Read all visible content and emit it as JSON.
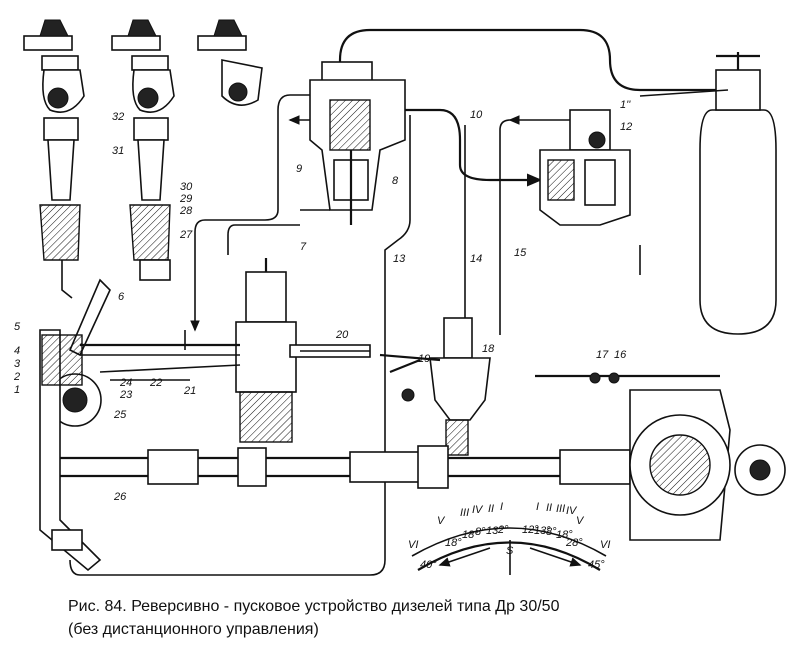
{
  "figure": {
    "caption_line1": "Рис. 84. Реверсивно - пусковое устройство дизелей типа Др 30/50",
    "caption_line2": "(без дистанционного управления)"
  },
  "labels": {
    "n1": "1",
    "n2": "2",
    "n3": "3",
    "n4": "4",
    "n5": "5",
    "n6": "6",
    "n7": "7",
    "n8": "8",
    "n9": "9",
    "n10": "10",
    "n12": "12",
    "n13": "13",
    "n14": "14",
    "n15": "15",
    "n16": "16",
    "n17": "17",
    "n18": "18",
    "n19": "19",
    "n20": "20",
    "n21": "21",
    "n22": "22",
    "n23": "23",
    "n24": "24",
    "n25": "25",
    "n26": "26",
    "n27": "27",
    "n28": "28",
    "n29": "29",
    "n30": "30",
    "n31": "31",
    "n32": "32",
    "n1prime": "1''"
  },
  "dial": {
    "roman": [
      "VI",
      "V",
      "IV",
      "III",
      "II",
      "I",
      "I",
      "II",
      "III",
      "IV",
      "V",
      "VI"
    ],
    "degrees": [
      "40°",
      "18°",
      "18°",
      "8°",
      "13°",
      "2°",
      "12°",
      "13°",
      "8°",
      "18°",
      "28°",
      "45°"
    ],
    "center_mark": "S"
  }
}
